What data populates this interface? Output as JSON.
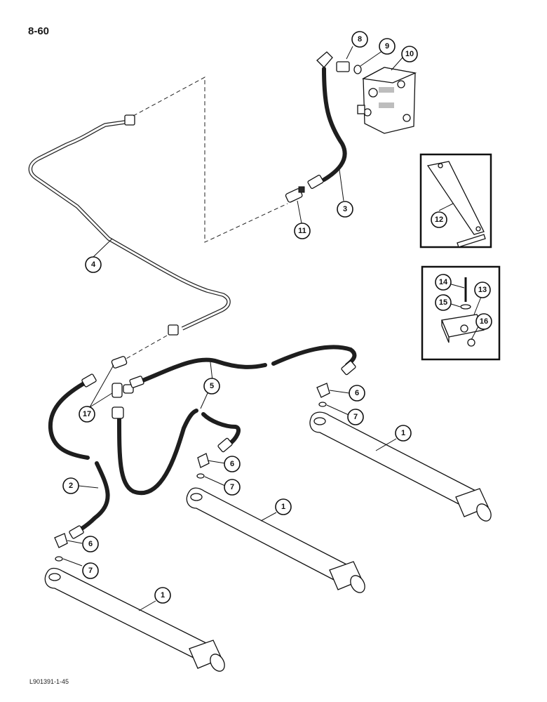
{
  "page": {
    "page_number": "8-60",
    "figure_id": "L901391-1-45"
  },
  "callouts": [
    {
      "id": "c1a",
      "label": "1"
    },
    {
      "id": "c1b",
      "label": "1"
    },
    {
      "id": "c1c",
      "label": "1"
    },
    {
      "id": "c2",
      "label": "2"
    },
    {
      "id": "c3",
      "label": "3"
    },
    {
      "id": "c4",
      "label": "4"
    },
    {
      "id": "c5",
      "label": "5"
    },
    {
      "id": "c6a",
      "label": "6"
    },
    {
      "id": "c6b",
      "label": "6"
    },
    {
      "id": "c6c",
      "label": "6"
    },
    {
      "id": "c7a",
      "label": "7"
    },
    {
      "id": "c7b",
      "label": "7"
    },
    {
      "id": "c7c",
      "label": "7"
    },
    {
      "id": "c8",
      "label": "8"
    },
    {
      "id": "c9",
      "label": "9"
    },
    {
      "id": "c10",
      "label": "10"
    },
    {
      "id": "c11",
      "label": "11"
    },
    {
      "id": "c12",
      "label": "12"
    },
    {
      "id": "c13",
      "label": "13"
    },
    {
      "id": "c14",
      "label": "14"
    },
    {
      "id": "c15",
      "label": "15"
    },
    {
      "id": "c16",
      "label": "16"
    },
    {
      "id": "c17",
      "label": "17"
    }
  ]
}
